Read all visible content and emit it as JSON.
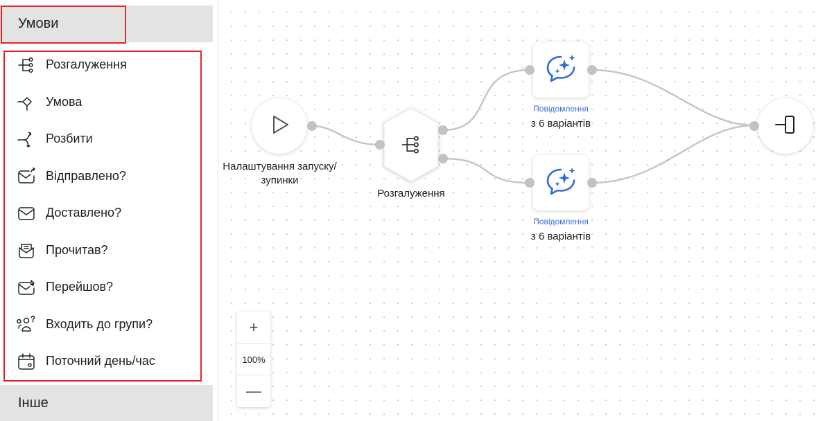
{
  "sidebar": {
    "conditions_header": "Умови",
    "other_header": "Інше",
    "items": [
      {
        "label": "Розгалуження",
        "icon": "branch-icon"
      },
      {
        "label": "Умова",
        "icon": "condition-icon"
      },
      {
        "label": "Розбити",
        "icon": "split-icon"
      },
      {
        "label": "Відправлено?",
        "icon": "sent-mail-icon"
      },
      {
        "label": "Доставлено?",
        "icon": "delivered-mail-icon"
      },
      {
        "label": "Прочитав?",
        "icon": "read-mail-icon"
      },
      {
        "label": "Перейшов?",
        "icon": "clicked-mail-icon"
      },
      {
        "label": "Входить до групи?",
        "icon": "group-icon"
      },
      {
        "label": "Поточний день/час",
        "icon": "calendar-clock-icon"
      }
    ]
  },
  "canvas": {
    "start_node": {
      "label": "Налаштування запуску/зупинки",
      "icon": "play-icon"
    },
    "branch_node": {
      "label": "Розгалуження",
      "icon": "branch-icon"
    },
    "message_nodes": [
      {
        "sublabel": "Повідомлення",
        "label": "з 6 варіантів",
        "icon": "ai-message-icon"
      },
      {
        "sublabel": "Повідомлення",
        "label": "з 6 варіантів",
        "icon": "ai-message-icon"
      }
    ],
    "end_node": {
      "icon": "exit-icon"
    }
  },
  "zoom": {
    "in": "+",
    "level": "100%",
    "out": "—"
  },
  "colors": {
    "accent": "#3a6fd6",
    "highlight": "#e3242b",
    "header_bg": "#e3e3e3"
  }
}
